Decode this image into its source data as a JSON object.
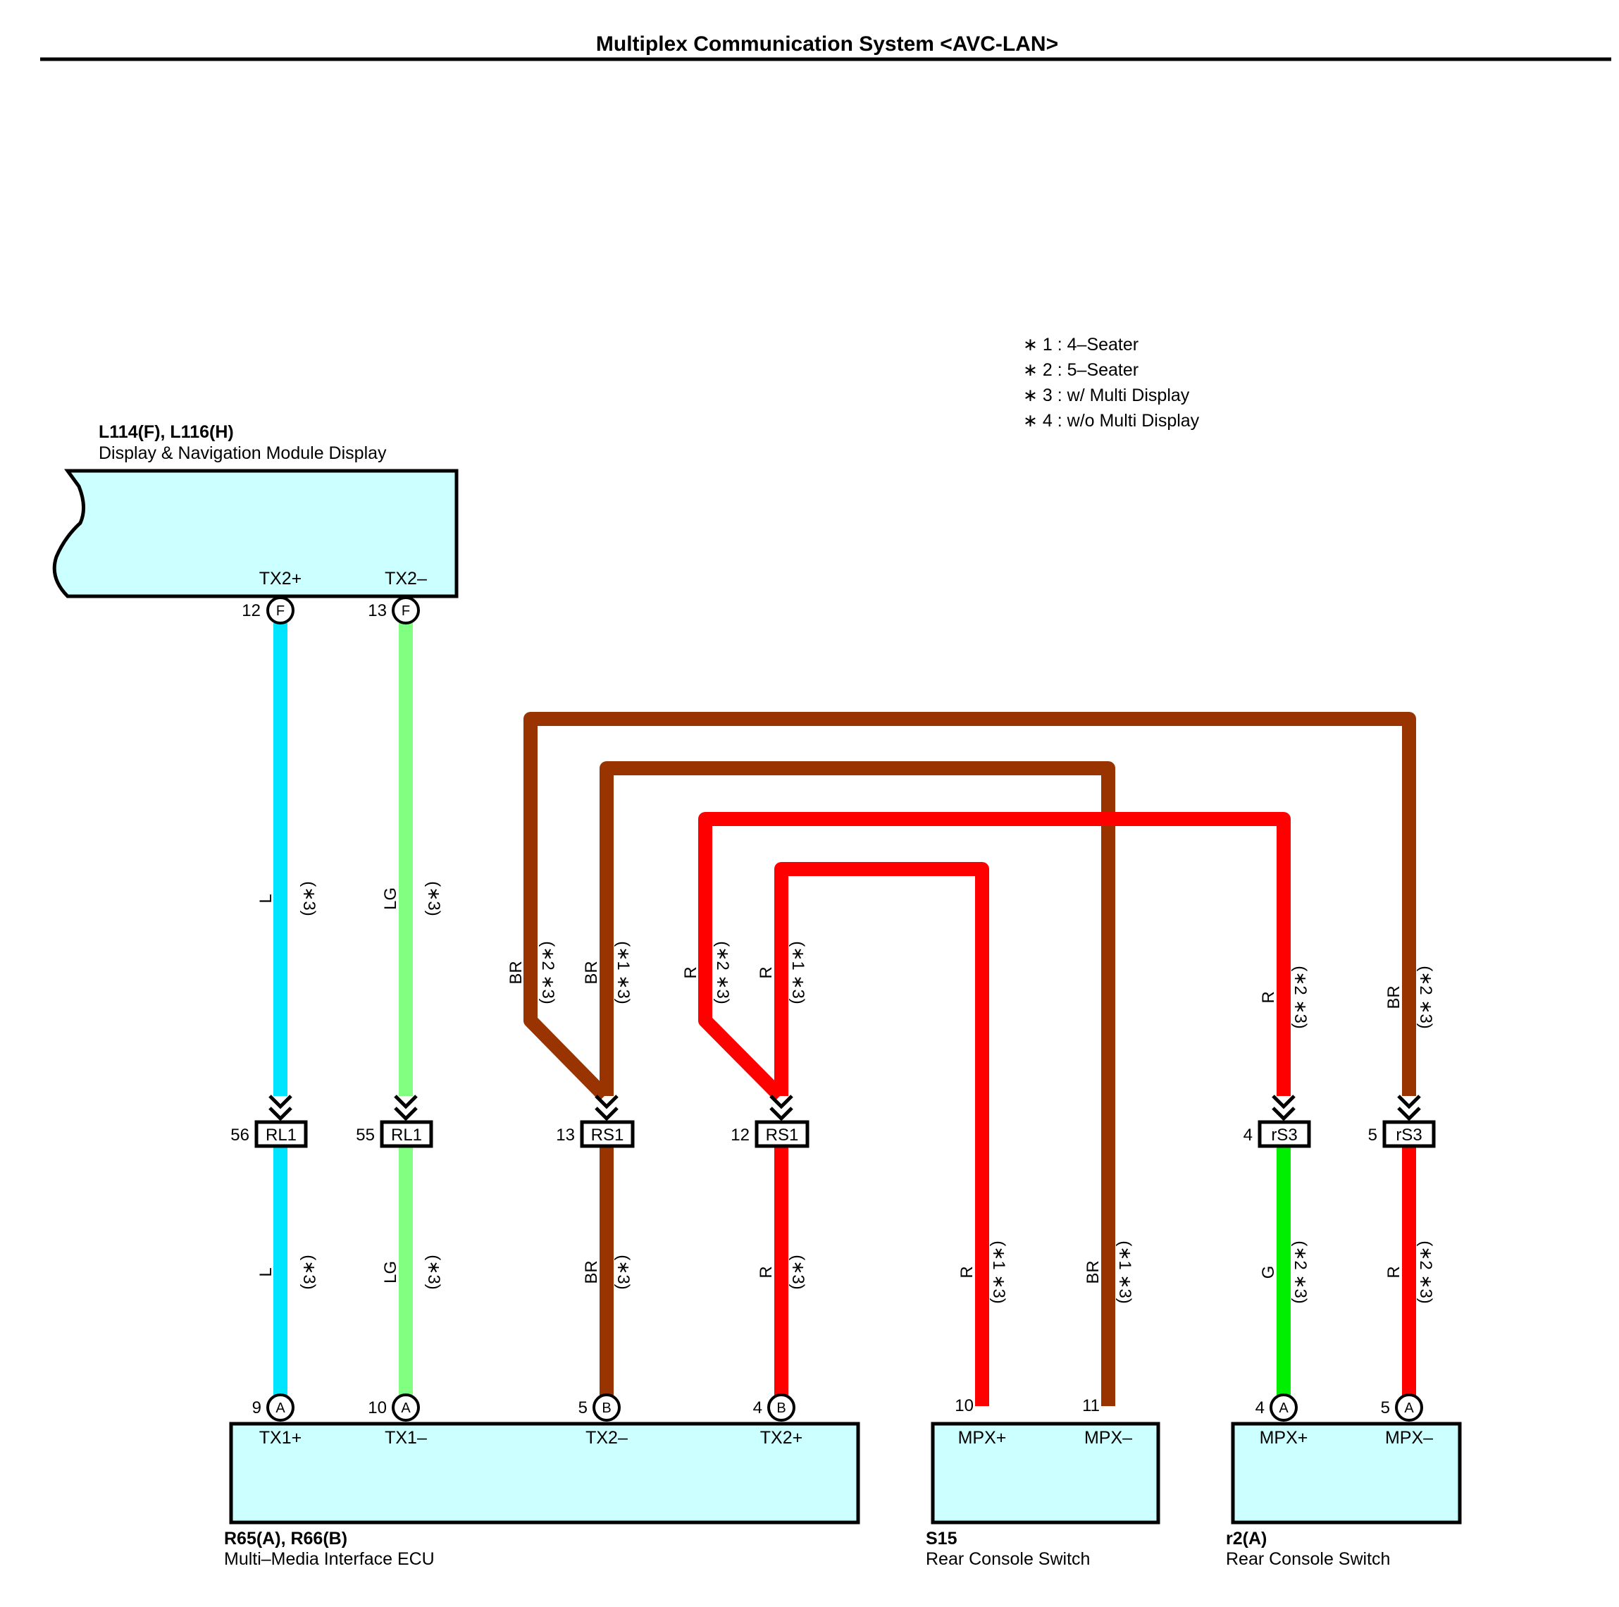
{
  "title": "Multiplex Communication System <AVC-LAN>",
  "notes": [
    "∗ 1 : 4–Seater",
    "∗ 2 : 5–Seater",
    "∗ 3 : w/ Multi Display",
    "∗ 4 : w/o Multi Display"
  ],
  "components": {
    "display": {
      "code": "L114(F), L116(H)",
      "name": "Display & Navigation Module Display",
      "pins": [
        "TX2+",
        "TX2–"
      ]
    },
    "ecu": {
      "code": "R65(A), R66(B)",
      "name": "Multi–Media Interface ECU",
      "pins": [
        "TX1+",
        "TX1–",
        "TX2–",
        "TX2+"
      ]
    },
    "s15": {
      "code": "S15",
      "name": "Rear Console Switch",
      "pins": [
        "MPX+",
        "MPX–"
      ]
    },
    "r2": {
      "code": "r2(A)",
      "name": "Rear Console Switch",
      "pins": [
        "MPX+",
        "MPX–"
      ]
    }
  },
  "terminals": {
    "disp1": {
      "num": "12",
      "letter": "F"
    },
    "disp2": {
      "num": "13",
      "letter": "F"
    },
    "ecu1": {
      "num": "9",
      "letter": "A"
    },
    "ecu2": {
      "num": "10",
      "letter": "A"
    },
    "ecu3": {
      "num": "5",
      "letter": "B"
    },
    "ecu4": {
      "num": "4",
      "letter": "B"
    },
    "s15a": {
      "num": "10"
    },
    "s15b": {
      "num": "11"
    },
    "r2a": {
      "num": "4",
      "letter": "A"
    },
    "r2b": {
      "num": "5",
      "letter": "A"
    }
  },
  "connectors": [
    {
      "num": "56",
      "code": "RL1"
    },
    {
      "num": "55",
      "code": "RL1"
    },
    {
      "num": "13",
      "code": "RS1"
    },
    {
      "num": "12",
      "code": "RS1"
    },
    {
      "num": "4",
      "code": "rS3"
    },
    {
      "num": "5",
      "code": "rS3"
    }
  ],
  "wire_labels": [
    {
      "color": "L",
      "note": "(∗3)"
    },
    {
      "color": "LG",
      "note": "(∗3)"
    },
    {
      "color": "BR",
      "note": "(∗2 ∗3)"
    },
    {
      "color": "BR",
      "note": "(∗1 ∗3)"
    },
    {
      "color": "R",
      "note": "(∗2 ∗3)"
    },
    {
      "color": "R",
      "note": "(∗1 ∗3)"
    },
    {
      "color": "R",
      "note": "(∗2 ∗3)"
    },
    {
      "color": "BR",
      "note": "(∗2 ∗3)"
    },
    {
      "color": "L",
      "note": "(∗3)"
    },
    {
      "color": "LG",
      "note": "(∗3)"
    },
    {
      "color": "BR",
      "note": "(∗3)"
    },
    {
      "color": "R",
      "note": "(∗3)"
    },
    {
      "color": "R",
      "note": "(∗1 ∗3)"
    },
    {
      "color": "BR",
      "note": "(∗1 ∗3)"
    },
    {
      "color": "G",
      "note": "(∗2 ∗3)"
    },
    {
      "color": "R",
      "note": "(∗2 ∗3)"
    }
  ],
  "colors": {
    "L": "#00e5ff",
    "LG": "#80ff80",
    "BR": "#993300",
    "R": "#ff0000",
    "G": "#00ee00",
    "component_fill": "#ccffff"
  }
}
